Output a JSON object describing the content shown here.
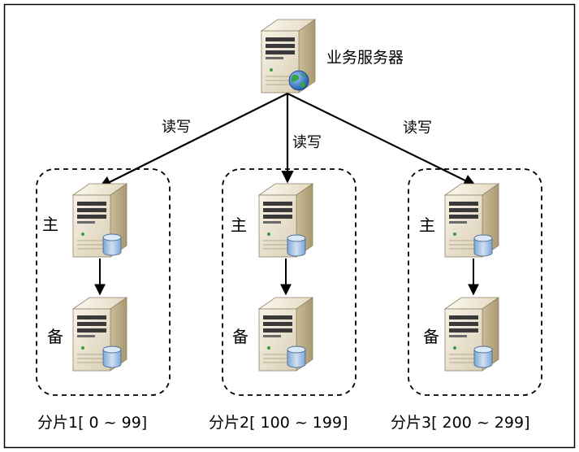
{
  "business_server": {
    "label": "业务服务器",
    "icon": "server-globe-icon"
  },
  "edges": [
    {
      "label": "读写"
    },
    {
      "label": "读写"
    },
    {
      "label": "读写"
    }
  ],
  "shards": [
    {
      "label": "分片1[ 0 ~ 99]",
      "primary_label": "主",
      "backup_label": "备"
    },
    {
      "label": "分片2[ 100 ~ 199]",
      "primary_label": "主",
      "backup_label": "备"
    },
    {
      "label": "分片3[ 200 ~ 299]",
      "primary_label": "主",
      "backup_label": "备"
    }
  ],
  "colors": {
    "frame": "#000000",
    "server_front": "#ece4d0",
    "server_side": "#b8a882",
    "database": "#a7c4e4",
    "globe": "#2b6cc4"
  }
}
